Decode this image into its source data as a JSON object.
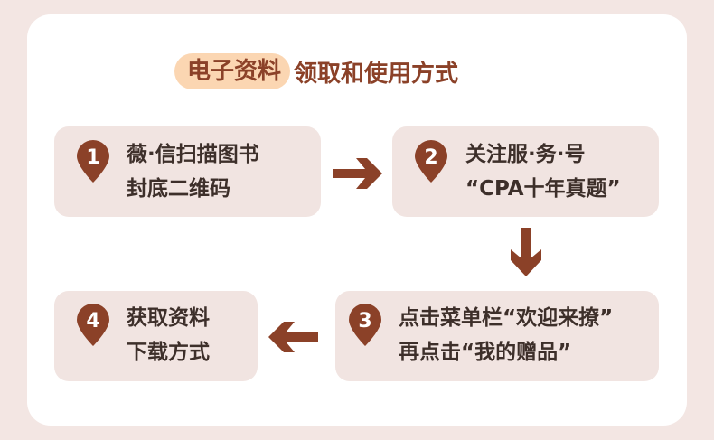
{
  "title": {
    "highlight": "电子资料",
    "rest": "领取和使用方式"
  },
  "steps": [
    {
      "number": "1",
      "line1": "薇·信扫描图书",
      "line2": "封底二维码"
    },
    {
      "number": "2",
      "line1": "关注服·务·号",
      "line2": "“CPA十年真题”"
    },
    {
      "number": "3",
      "line1": "点击菜单栏“欢迎来撩”",
      "line2": "再点击“我的赠品”"
    },
    {
      "number": "4",
      "line1": "获取资料",
      "line2": "下载方式"
    }
  ],
  "colors": {
    "page_background": "#f3e6e3",
    "card_background": "#ffffff",
    "step_background": "#f1e4e1",
    "accent": "#8b4128",
    "title_highlight": "#fbd6b2",
    "text": "#3d2f2a"
  },
  "icons": {
    "step_marker": "map-pin-icon",
    "flow_arrow": "arrow-icon"
  }
}
